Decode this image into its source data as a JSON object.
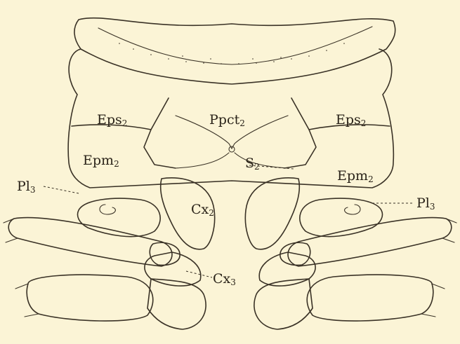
{
  "labels": {
    "pprct": {
      "base": "Ppct",
      "sub": "2"
    },
    "eps_left": {
      "base": "Eps",
      "sub": "2"
    },
    "eps_right": {
      "base": "Eps",
      "sub": "2"
    },
    "epm_left": {
      "base": "Epm",
      "sub": "2"
    },
    "epm_right": {
      "base": "Epm",
      "sub": "2"
    },
    "s": {
      "base": "S",
      "sub": "2"
    },
    "cx2": {
      "base": "Cx",
      "sub": "2"
    },
    "cx3": {
      "base": "Cx",
      "sub": "3"
    },
    "pl_left": {
      "base": "Pl",
      "sub": "3"
    },
    "pl_right": {
      "base": "Pl",
      "sub": "3"
    }
  },
  "colors": {
    "paper": "#fbf4d6",
    "ink": "#3a3226"
  }
}
